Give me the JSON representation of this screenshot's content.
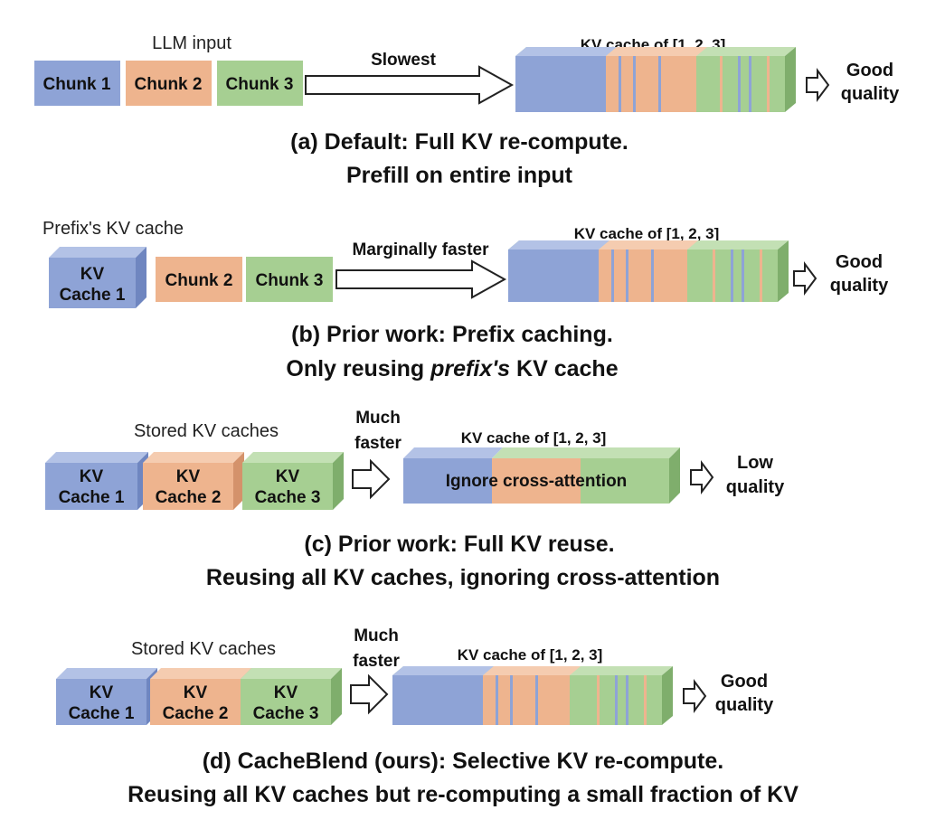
{
  "colors": {
    "blue": "#8ea3d6",
    "orange": "#eeb48e",
    "green": "#a6cf92",
    "blue_side": "#6f86c0",
    "orange_side": "#d4926b",
    "green_side": "#7fae6c",
    "blue_top": "#b3c2e6",
    "orange_top": "#f5ccb0",
    "green_top": "#c3e0b4"
  },
  "panel_a": {
    "input_label": "LLM input",
    "chunks": [
      "Chunk 1",
      "Chunk 2",
      "Chunk 3"
    ],
    "arrow_label": "Slowest",
    "kv_title": "KV cache of [1, 2, 3]",
    "result": [
      "Good",
      "quality"
    ],
    "caption": [
      "(a) Default: Full KV re-compute.",
      "Prefill on entire input"
    ]
  },
  "panel_b": {
    "prefix_label": "Prefix's KV cache",
    "cache": [
      "KV",
      "Cache 1"
    ],
    "chunks": [
      "Chunk 2",
      "Chunk 3"
    ],
    "arrow_label": "Marginally faster",
    "kv_title": "KV cache of [1, 2, 3]",
    "result": [
      "Good",
      "quality"
    ],
    "caption_line1": "(b) Prior work: Prefix caching.",
    "caption_line2_pre": "Only reusing ",
    "caption_line2_em": "prefix's",
    "caption_line2_post": " KV cache"
  },
  "panel_c": {
    "stored_label": "Stored KV caches",
    "caches": [
      [
        "KV",
        "Cache 1"
      ],
      [
        "KV",
        "Cache 2"
      ],
      [
        "KV",
        "Cache 3"
      ]
    ],
    "arrow_label": [
      "Much",
      "faster"
    ],
    "kv_title": "KV cache of [1, 2, 3]",
    "inside_label": "Ignore cross-attention",
    "result": [
      "Low",
      "quality"
    ],
    "caption": [
      "(c) Prior work: Full KV reuse.",
      "Reusing all KV caches, ignoring cross-attention"
    ]
  },
  "panel_d": {
    "stored_label": "Stored KV caches",
    "caches": [
      [
        "KV",
        "Cache 1"
      ],
      [
        "KV",
        "Cache 2"
      ],
      [
        "KV",
        "Cache 3"
      ]
    ],
    "arrow_label": [
      "Much",
      "faster"
    ],
    "kv_title": "KV cache of [1, 2, 3]",
    "result": [
      "Good",
      "quality"
    ],
    "caption": [
      "(d) CacheBlend (ours): Selective KV re-compute.",
      "Reusing all KV caches but re-computing a small fraction of KV"
    ]
  }
}
